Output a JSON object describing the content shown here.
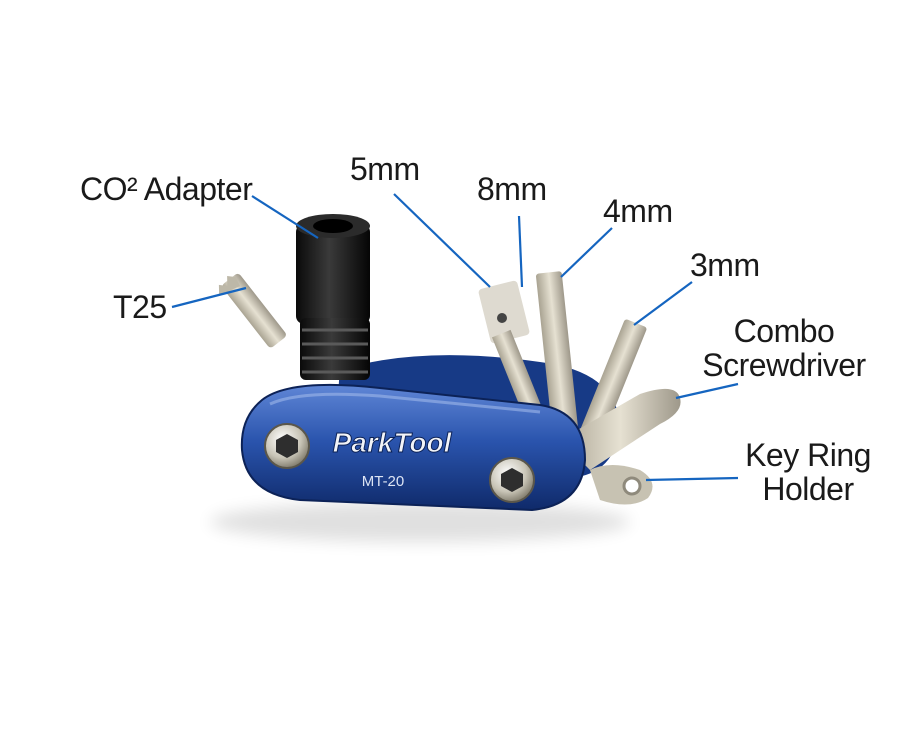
{
  "labels": {
    "co2": "CO² Adapter",
    "t25": "T25",
    "mm5": "5mm",
    "mm8": "8mm",
    "mm4": "4mm",
    "mm3": "3mm",
    "combo_line1": "Combo",
    "combo_line2": "Screwdriver",
    "keyring_line1": "Key Ring",
    "keyring_line2": "Holder"
  },
  "tool": {
    "brand": "ParkTool",
    "model": "MT-20"
  },
  "colors": {
    "leader": "#1565c0",
    "body_blue": "#1e4a9e",
    "steel": "#cfcab8",
    "black": "#151515"
  }
}
